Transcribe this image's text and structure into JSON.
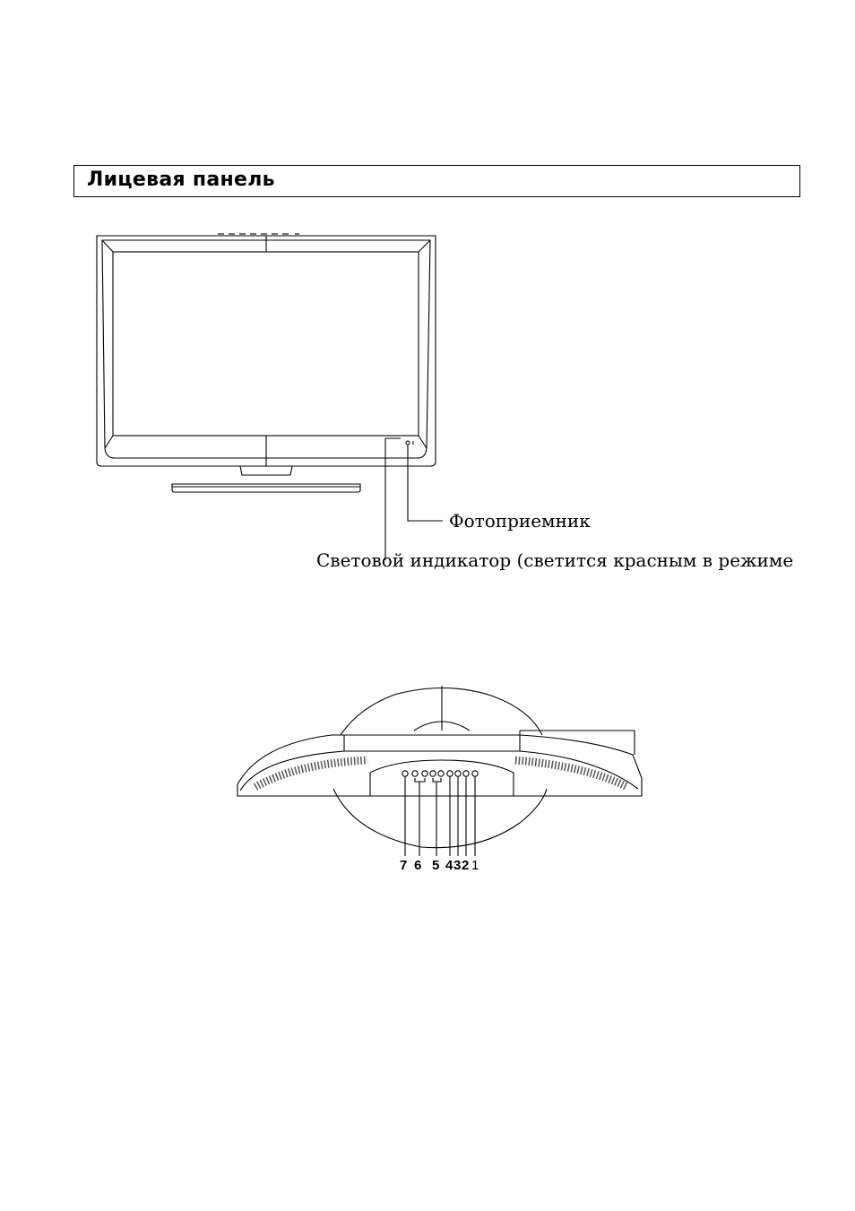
{
  "section": {
    "title": "Лицевая панель"
  },
  "front_view": {
    "photo_receiver_label": "Фотоприемник",
    "indicator_label": "Световой индикатор (светится красным в режиме"
  },
  "top_view": {
    "button_numbers": [
      "7",
      "6",
      "5",
      "4",
      "3",
      "2",
      "1"
    ]
  }
}
